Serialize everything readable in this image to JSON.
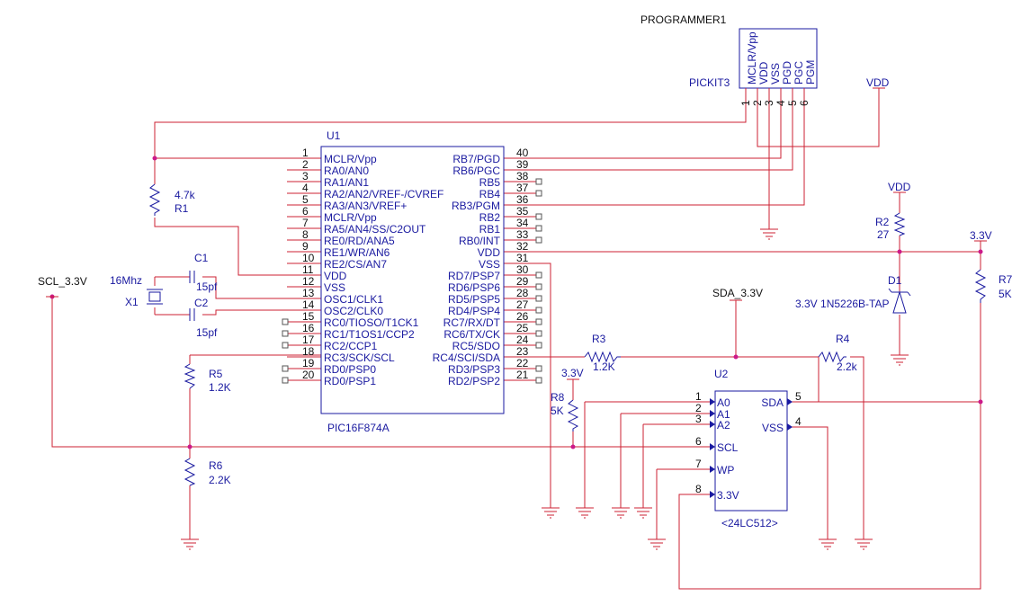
{
  "programmer": {
    "ref": "PROGRAMMER1",
    "value": "PICKIT3",
    "pin_names": [
      "MCLR/Vpp",
      "VDD",
      "VSS",
      "PGD",
      "PGC",
      "PGM"
    ],
    "pin_numbers": [
      "1",
      "2",
      "3",
      "4",
      "5",
      "6"
    ]
  },
  "u1": {
    "ref": "U1",
    "value": "PIC16F874A",
    "left_pins": [
      {
        "num": "1",
        "name": "MCLR/Vpp"
      },
      {
        "num": "2",
        "name": "RA0/AN0"
      },
      {
        "num": "3",
        "name": "RA1/AN1"
      },
      {
        "num": "4",
        "name": "RA2/AN2/VREF-/CVREF"
      },
      {
        "num": "5",
        "name": "RA3/AN3/VREF+"
      },
      {
        "num": "6",
        "name": "MCLR/Vpp"
      },
      {
        "num": "7",
        "name": "RA5/AN4/SS/C2OUT"
      },
      {
        "num": "8",
        "name": "RE0/RD/ANA5"
      },
      {
        "num": "9",
        "name": "RE1/WR/AN6"
      },
      {
        "num": "10",
        "name": "RE2/CS/AN7"
      },
      {
        "num": "11",
        "name": "VDD"
      },
      {
        "num": "12",
        "name": "VSS"
      },
      {
        "num": "13",
        "name": "OSC1/CLK1"
      },
      {
        "num": "14",
        "name": "OSC2/CLK0"
      },
      {
        "num": "15",
        "name": "RC0/TIOSO/T1CK1"
      },
      {
        "num": "16",
        "name": "RC1/T1OS1/CCP2"
      },
      {
        "num": "17",
        "name": "RC2/CCP1"
      },
      {
        "num": "18",
        "name": "RC3/SCK/SCL"
      },
      {
        "num": "19",
        "name": "RD0/PSP0"
      },
      {
        "num": "20",
        "name": "RD0/PSP1"
      }
    ],
    "right_pins": [
      {
        "num": "40",
        "name": "RB7/PGD"
      },
      {
        "num": "39",
        "name": "RB6/PGC"
      },
      {
        "num": "38",
        "name": "RB5"
      },
      {
        "num": "37",
        "name": "RB4"
      },
      {
        "num": "36",
        "name": "RB3/PGM"
      },
      {
        "num": "35",
        "name": "RB2"
      },
      {
        "num": "34",
        "name": "RB1"
      },
      {
        "num": "33",
        "name": "RB0/INT"
      },
      {
        "num": "32",
        "name": "VDD"
      },
      {
        "num": "31",
        "name": "VSS"
      },
      {
        "num": "30",
        "name": "RD7/PSP7"
      },
      {
        "num": "29",
        "name": "RD6/PSP6"
      },
      {
        "num": "28",
        "name": "RD5/PSP5"
      },
      {
        "num": "27",
        "name": "RD4/PSP4"
      },
      {
        "num": "26",
        "name": "RC7/RX/DT"
      },
      {
        "num": "25",
        "name": "RC6/TX/CK"
      },
      {
        "num": "24",
        "name": "RC5/SDO"
      },
      {
        "num": "23",
        "name": "RC4/SCI/SDA"
      },
      {
        "num": "22",
        "name": "RD3/PSP3"
      },
      {
        "num": "21",
        "name": "RD2/PSP2"
      }
    ]
  },
  "u2": {
    "ref": "U2",
    "value": "<24LC512>",
    "left_pins": [
      {
        "num": "1",
        "name": "A0"
      },
      {
        "num": "2",
        "name": "A1"
      },
      {
        "num": "3",
        "name": "A2"
      },
      {
        "num": "6",
        "name": "SCL"
      },
      {
        "num": "7",
        "name": "WP"
      },
      {
        "num": "8",
        "name": "3.3V"
      }
    ],
    "right_pins": [
      {
        "num": "5",
        "name": "SDA"
      },
      {
        "num": "4",
        "name": "VSS"
      }
    ]
  },
  "components": {
    "r1": {
      "ref": "R1",
      "value": "4.7k"
    },
    "r2": {
      "ref": "R2",
      "value": "27"
    },
    "r3": {
      "ref": "R3",
      "value": "1.2K"
    },
    "r4": {
      "ref": "R4",
      "value": "2.2k"
    },
    "r5": {
      "ref": "R5",
      "value": "1.2K"
    },
    "r6": {
      "ref": "R6",
      "value": "2.2K"
    },
    "r7": {
      "ref": "R7",
      "value": "5K"
    },
    "r8": {
      "ref": "R8",
      "value": "5K"
    },
    "c1": {
      "ref": "C1",
      "value": "15pf"
    },
    "c2": {
      "ref": "C2",
      "value": "15pf"
    },
    "x1": {
      "ref": "X1",
      "value": "16Mhz"
    },
    "d1": {
      "ref": "D1",
      "value": "3.3V 1N5226B-TAP"
    }
  },
  "nets": {
    "vdd_prog": "VDD",
    "vdd_d1": "VDD",
    "v33_r7": "3.3V",
    "v33_r8": "3.3V",
    "scl": "SCL_3.3V",
    "sda": "SDA_3.3V"
  }
}
